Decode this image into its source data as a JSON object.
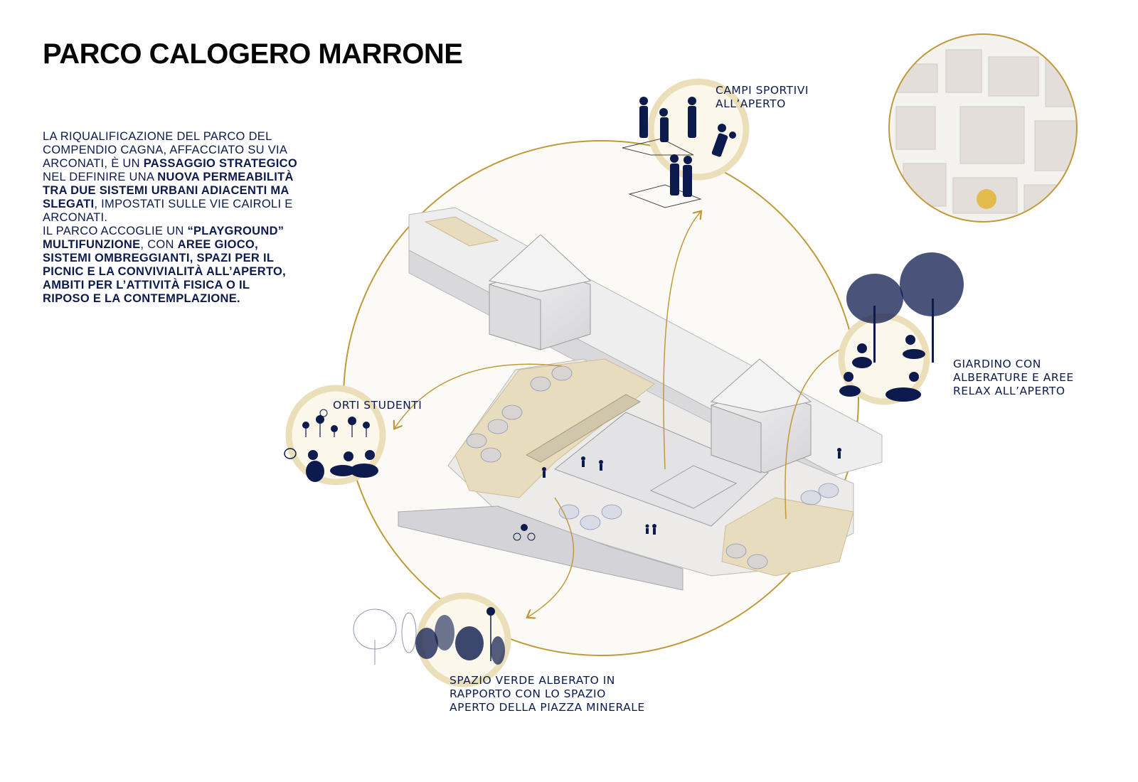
{
  "title": "PARCO CALOGERO MARRONE",
  "intro": {
    "segments": [
      {
        "text": "LA RIQUALIFICAZIONE DEL PARCO DEL COMPENDIO CAGNA, AFFACCIATO SU VIA ARCONATI, È UN ",
        "bold": false
      },
      {
        "text": "PASSAGGIO STRATEGICO",
        "bold": true
      },
      {
        "text": " NEL DEFINIRE UNA ",
        "bold": false
      },
      {
        "text": "NUOVA PERMEABILITÀ TRA DUE SISTEMI URBANI ADIACENTI MA SLEGATI",
        "bold": true
      },
      {
        "text": ", IMPOSTATI SULLE VIE CAIROLI E ARCONATI.",
        "bold": false
      },
      {
        "text": "\n",
        "bold": false
      },
      {
        "text": "IL PARCO ACCOGLIE UN ",
        "bold": false
      },
      {
        "text": "“PLAYGROUND” MULTIFUNZIONE",
        "bold": true
      },
      {
        "text": ", CON ",
        "bold": false
      },
      {
        "text": "AREE GIOCO, SISTEMI OMBREGGIANTI, SPAZI PER IL PICNIC E LA CONVIVIALITÀ ALL’APERTO, AMBITI PER L’ATTIVITÀ FISICA O IL RIPOSO E LA CONTEMPLAZIONE.",
        "bold": true
      }
    ]
  },
  "callouts": {
    "campi": [
      "CAMPI SPORTIVI",
      "ALL’APERTO"
    ],
    "giardino": [
      "GIARDINO CON",
      "ALBERATURE E AREE",
      "RELAX ALL’APERTO"
    ],
    "orti": [
      "ORTI STUDENTI"
    ],
    "spazio": [
      "SPAZIO VERDE ALBERATO IN",
      "RAPPORTO CON LO SPAZIO",
      "APERTO DELLA PIAZZA MINERALE"
    ]
  },
  "colors": {
    "accent": "#c09a3a",
    "ring": "#e9dcb6",
    "navy": "#0d1a4d",
    "building": "#e7e7e9",
    "path": "#e8dcbf"
  },
  "icons": {
    "sports": "sports-people-icon",
    "garden": "relax-garden-icon",
    "orti": "gardening-people-icon",
    "plants": "trees-plants-icon",
    "map": "location-map-icon"
  }
}
